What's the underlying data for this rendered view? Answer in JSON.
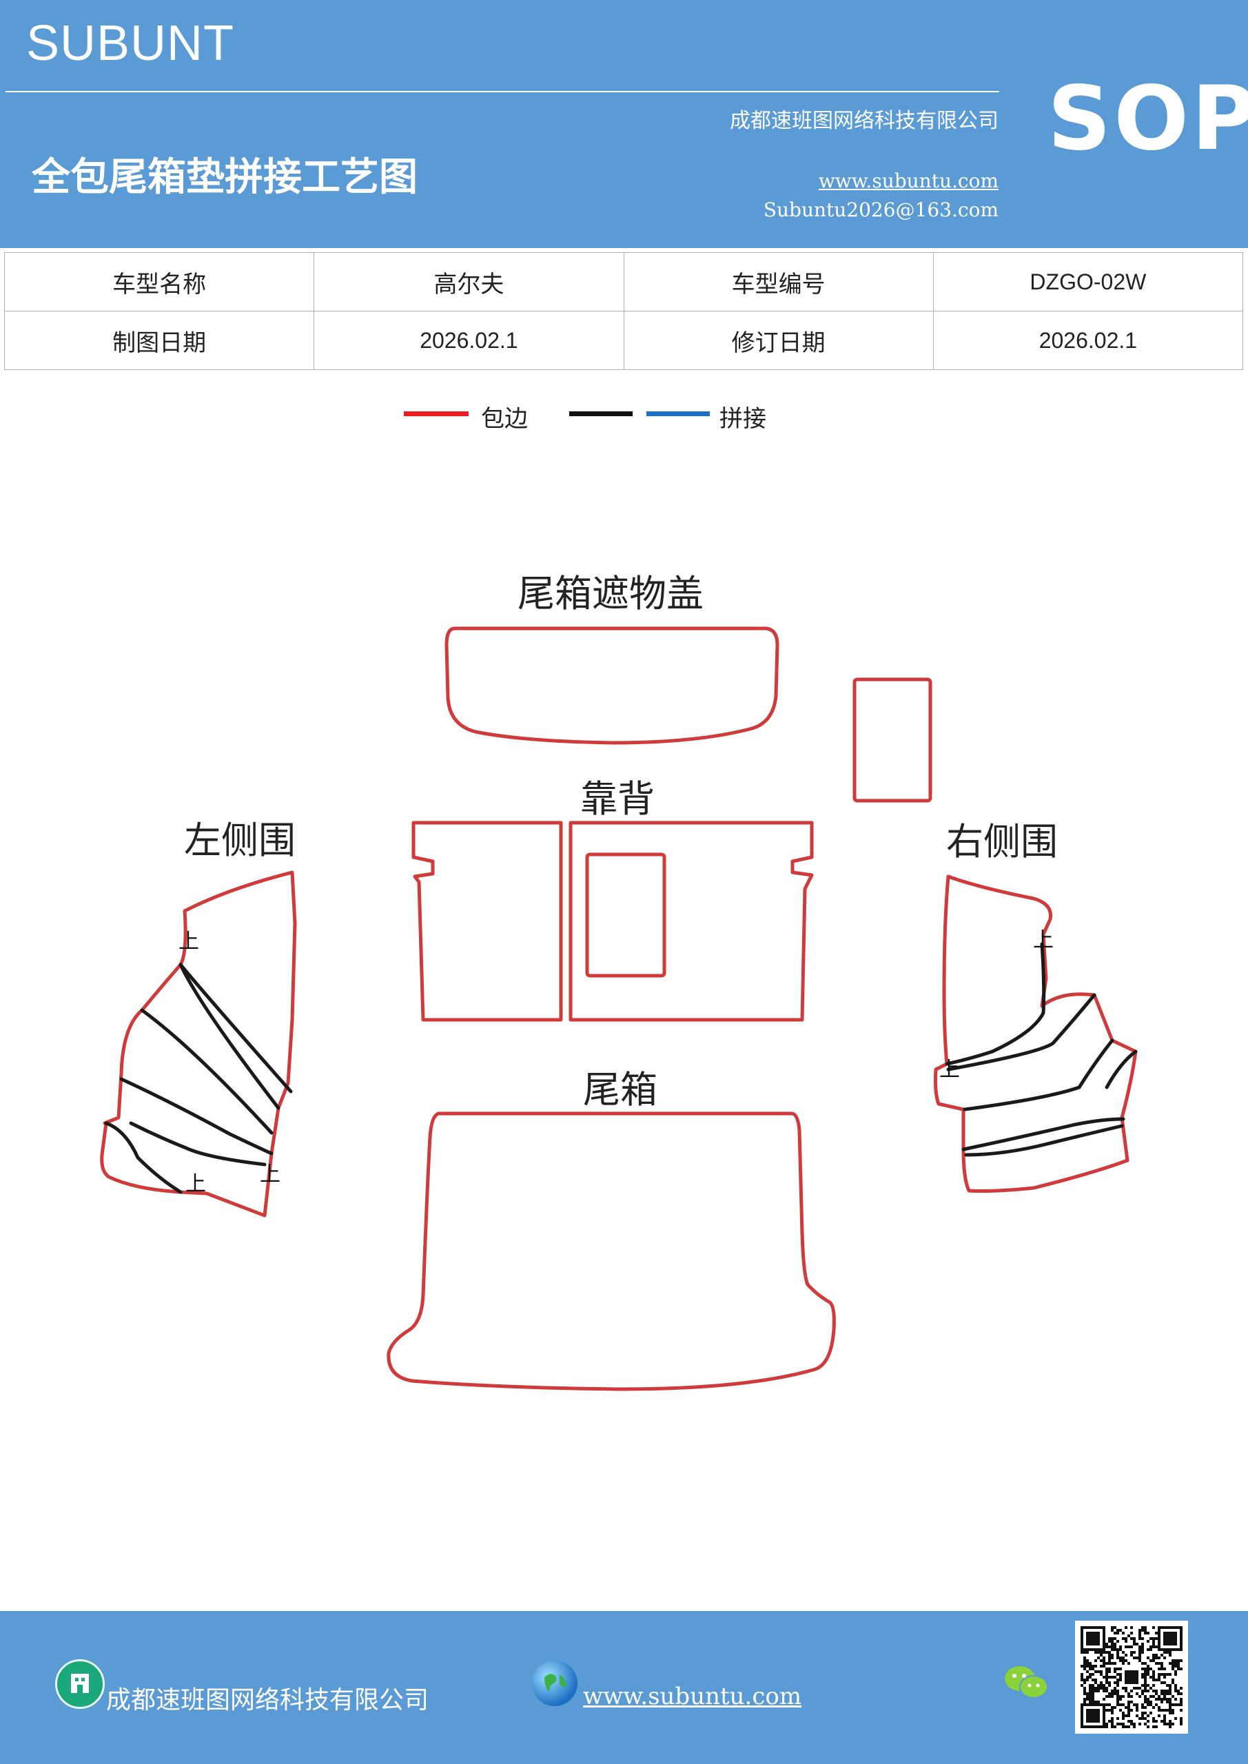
{
  "header": {
    "brand": "SUBUNT",
    "company": "成都速班图网络科技有限公司",
    "title": "全包尾箱垫拼接工艺图",
    "website": "www.subuntu.com",
    "email": "Subuntu2026@163.com",
    "sop": "SOP"
  },
  "info_table": {
    "rows": [
      [
        "车型名称",
        "高尔夫",
        "车型编号",
        "DZGO-02W"
      ],
      [
        "制图日期",
        "2026.02.1",
        "修订日期",
        "2026.02.1"
      ]
    ]
  },
  "legend": {
    "items": [
      {
        "color": "#ee1c24",
        "label": "包边"
      },
      {
        "color": "#111111",
        "label": ""
      },
      {
        "color": "#1f6fc0",
        "label": "拼接"
      }
    ]
  },
  "diagram": {
    "parts": {
      "cargo_cover": "尾箱遮物盖",
      "backrest": "靠背",
      "left_side": "左侧围",
      "right_side": "右侧围",
      "trunk": "尾箱"
    },
    "up_mark": "上",
    "colors": {
      "edge": "#d03a3a",
      "seam": "#1a1a1a"
    }
  },
  "footer": {
    "company": "成都速班图网络科技有限公司",
    "website": "www.subuntu.com"
  }
}
